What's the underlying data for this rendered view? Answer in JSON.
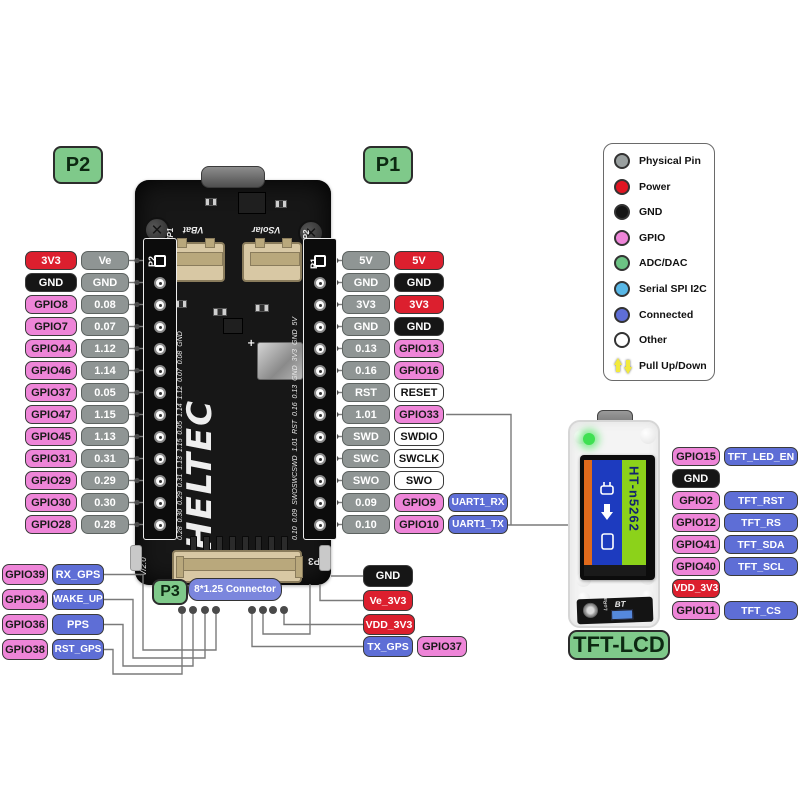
{
  "badges": {
    "p2": "P2",
    "p1": "P1",
    "p3": "P3",
    "connector": "8*1.25 Connector",
    "tft": "TFT-LCD"
  },
  "left": {
    "rows": [
      {
        "signal": "3V3",
        "pin": "Ve"
      },
      {
        "signal": "GND",
        "pin": "GND"
      },
      {
        "signal": "GPIO8",
        "pin": "0.08"
      },
      {
        "signal": "GPIO7",
        "pin": "0.07"
      },
      {
        "signal": "GPIO44",
        "pin": "1.12"
      },
      {
        "signal": "GPIO46",
        "pin": "1.14"
      },
      {
        "signal": "GPIO37",
        "pin": "0.05"
      },
      {
        "signal": "GPIO47",
        "pin": "1.15"
      },
      {
        "signal": "GPIO45",
        "pin": "1.13"
      },
      {
        "signal": "GPIO31",
        "pin": "0.31"
      },
      {
        "signal": "GPIO29",
        "pin": "0.29"
      },
      {
        "signal": "GPIO30",
        "pin": "0.30"
      },
      {
        "signal": "GPIO28",
        "pin": "0.28"
      }
    ]
  },
  "right": {
    "rows": [
      {
        "pin": "5V",
        "signal": "5V",
        "extra": ""
      },
      {
        "pin": "GND",
        "signal": "GND",
        "extra": ""
      },
      {
        "pin": "3V3",
        "signal": "3V3",
        "extra": ""
      },
      {
        "pin": "GND",
        "signal": "GND",
        "extra": ""
      },
      {
        "pin": "0.13",
        "signal": "GPIO13",
        "extra": ""
      },
      {
        "pin": "0.16",
        "signal": "GPIO16",
        "extra": ""
      },
      {
        "pin": "RST",
        "signal": "RESET",
        "extra": ""
      },
      {
        "pin": "1.01",
        "signal": "GPIO33",
        "extra": ""
      },
      {
        "pin": "SWD",
        "signal": "SWDIO",
        "extra": ""
      },
      {
        "pin": "SWC",
        "signal": "SWCLK",
        "extra": ""
      },
      {
        "pin": "SWO",
        "signal": "SWO",
        "extra": ""
      },
      {
        "pin": "0.09",
        "signal": "GPIO9",
        "extra": "UART1_RX"
      },
      {
        "pin": "0.10",
        "signal": "GPIO10",
        "extra": "UART1_TX"
      }
    ]
  },
  "p3_left": {
    "rows": [
      {
        "gpio": "GPIO39",
        "signal": "RX_GPS"
      },
      {
        "gpio": "GPIO34",
        "signal": "WAKE_UP"
      },
      {
        "gpio": "GPIO36",
        "signal": "PPS"
      },
      {
        "gpio": "GPIO38",
        "signal": "RST_GPS"
      }
    ]
  },
  "p3_right": {
    "gnd": "GND",
    "ve": "Ve_3V3",
    "vdd": "VDD_3V3",
    "tx": "TX_GPS",
    "tx_gpio": "GPIO37"
  },
  "tft": {
    "rows": [
      {
        "gpio": "GPIO15",
        "signal": "TFT_LED_EN"
      },
      {
        "gpio": "GND",
        "signal": ""
      },
      {
        "gpio": "GPIO2",
        "signal": "TFT_RST"
      },
      {
        "gpio": "GPIO12",
        "signal": "TFT_RS"
      },
      {
        "gpio": "GPIO41",
        "signal": "TFT_SDA"
      },
      {
        "gpio": "GPIO40",
        "signal": "TFT_SCL"
      },
      {
        "gpio": "VDD_3V3",
        "signal": ""
      },
      {
        "gpio": "GPIO11",
        "signal": "TFT_CS"
      }
    ],
    "screen_title": "HT-n5262",
    "bt": "BT",
    "lora": "LoRa"
  },
  "legend": {
    "items": [
      {
        "label": "Physical Pin",
        "color": "#9aa0a0"
      },
      {
        "label": "Power",
        "color": "#e01522"
      },
      {
        "label": "GND",
        "color": "#151515"
      },
      {
        "label": "GPIO",
        "color": "#ee85d8"
      },
      {
        "label": "ADC/DAC",
        "color": "#6cc284"
      },
      {
        "label": "Serial SPI I2C",
        "color": "#58b7e6"
      },
      {
        "label": "Connected",
        "color": "#5e6ed6"
      },
      {
        "label": "Other",
        "color": "#ffffff"
      },
      {
        "label": "Pull Up/Down",
        "color": "#f2ea3d"
      }
    ]
  },
  "board": {
    "p2": "P2",
    "p1": "P1",
    "jp1": "JP1",
    "jp2": "JP2",
    "vbat": "VBat",
    "vsolar": "VSolar",
    "version": "V/2.0",
    "p3_silk": "P3",
    "logo": "HELTEC",
    "left_silk": "0.28 0.30 0.29 0.31 1.13 1.15 0.05 1.14 1.12 0.07 0.08 GND",
    "right_silk": "0.10 0.09 SWOSWCSWD 1.01 RST 0.16 0.13 GND 3V3 GND 5V"
  },
  "colors": {
    "power": "#dc1f2e",
    "gnd": "#161616",
    "gpio": "#ee85d8",
    "physical": "#8f9594",
    "connected": "#5e6ed6",
    "other": "#ffffff",
    "adc_dac": "#6cc284",
    "serial": "#58b7e6",
    "badge_green": "#7fc98a",
    "badge_blue": "#7b86dd",
    "board": "#171717",
    "screen_orange": "#e06a1c",
    "screen_blue": "#1d3bbf",
    "screen_green": "#8cd21a",
    "wire": "#7a7a7a"
  }
}
